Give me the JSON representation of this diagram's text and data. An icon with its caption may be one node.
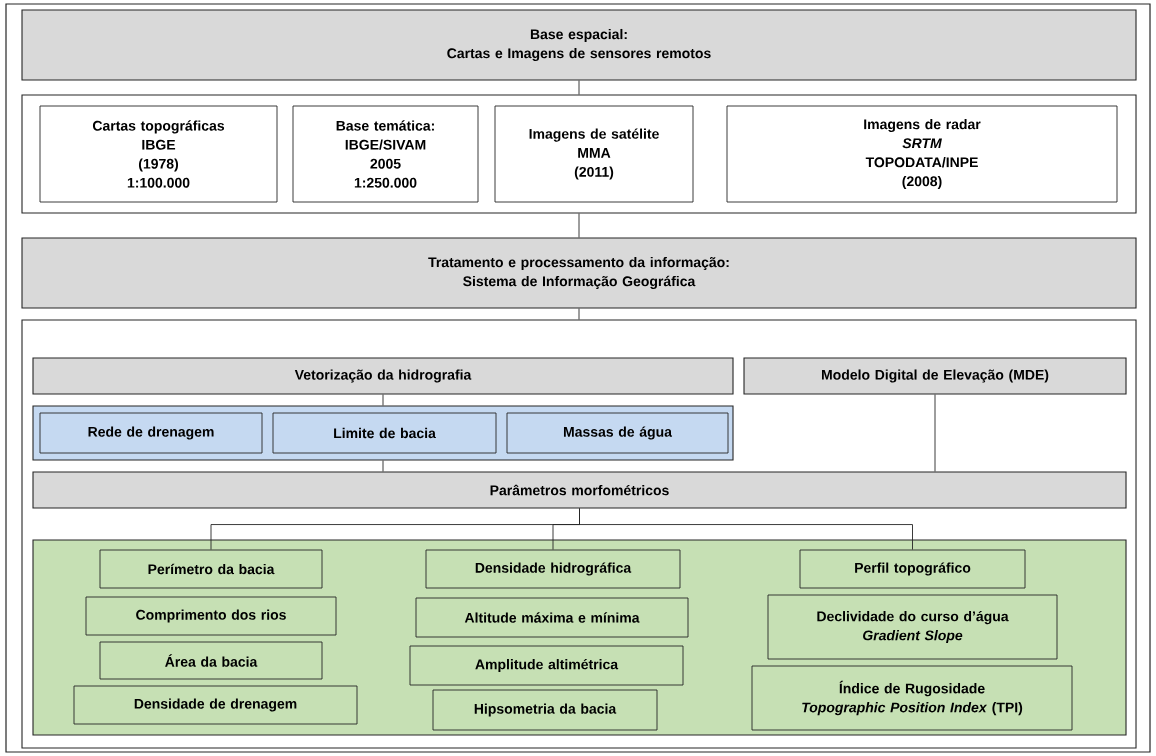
{
  "diagram": {
    "nodes": [
      {
        "text": [
          "Base espacial:",
          "Cartas e Imagens de sensores remotos"
        ]
      },
      {
        "text": [],
        "shape": "box"
      },
      {
        "text": [
          "Cartas topográficas",
          "IBGE",
          "(1978)",
          "1:100.000"
        ],
        "in": 1
      },
      {
        "text": [
          "Base temática:",
          "IBGE/SIVAM",
          "2005",
          "1:250.000"
        ],
        "in": 1
      },
      {
        "text": [
          "Imagens de satélite",
          "MMA",
          "(2011)"
        ],
        "in": 1
      },
      {
        "text": [
          "Imagens de radar",
          "SRTM",
          "TOPODATA/INPE",
          "(2008)"
        ],
        "in": 1
      },
      {
        "text": [
          "Tratamento e processamento da informação:",
          "Sistema de Informação Geográfica"
        ]
      },
      {
        "text": [],
        "shape": "box"
      },
      {
        "text": [
          "Vetorização da hidrografia"
        ],
        "in": 7
      },
      {
        "text": [
          "Modelo Digital de Elevação (MDE)"
        ],
        "in": 7
      },
      {
        "text": [],
        "shape": "box",
        "in": 7
      },
      {
        "text": [
          "Rede de drenagem"
        ],
        "in": 10
      },
      {
        "text": [
          "Limite de bacia"
        ],
        "in": 10
      },
      {
        "text": [
          "Massas de água"
        ],
        "in": 10
      },
      {
        "text": [
          "Parâmetros morfométricos"
        ],
        "in": 7
      },
      {
        "text": [],
        "shape": "box",
        "in": 7
      },
      {
        "text": [
          "Perímetro da bacia"
        ],
        "in": 15
      },
      {
        "text": [
          "Comprimento dos rios"
        ],
        "in": 15
      },
      {
        "text": [
          "Área da bacia"
        ],
        "in": 15
      },
      {
        "text": [
          "Densidade de drenagem"
        ],
        "in": 15
      },
      {
        "text": [
          "Densidade hidrográfica"
        ],
        "in": 15
      },
      {
        "text": [
          "Altitude máxima e mínima"
        ],
        "in": 15
      },
      {
        "text": [
          "Amplitude altimétrica"
        ],
        "in": 15
      },
      {
        "text": [
          "Hipsometria da bacia"
        ],
        "in": 15
      },
      {
        "text": [
          "Perfil topográfico"
        ],
        "in": 15
      },
      {
        "text": [
          "Declividade do curso d’água",
          "Gradient Slope"
        ],
        "in": 15
      },
      {
        "text": [
          "Índice de Rugosidade",
          "*Topographic Position Index* (TPI)"
        ],
        "in": 15
      }
    ],
    "edges": [
      {
        "from": 0,
        "to": 1,
        "arrow": "none"
      },
      {
        "from": 1,
        "to": 6,
        "arrow": "none"
      },
      {
        "from": 6,
        "to": 7,
        "arrow": "none"
      },
      {
        "from": 8,
        "to": 10,
        "arrow": "none"
      },
      {
        "from": 10,
        "to": 14,
        "arrow": "none"
      },
      {
        "from": 9,
        "to": 14,
        "arrow": "none"
      },
      {
        "from": 14,
        "to": 16,
        "arrow": "none"
      },
      {
        "from": 14,
        "to": 20,
        "arrow": "none"
      },
      {
        "from": 14,
        "to": 24,
        "arrow": "none"
      }
    ]
  }
}
